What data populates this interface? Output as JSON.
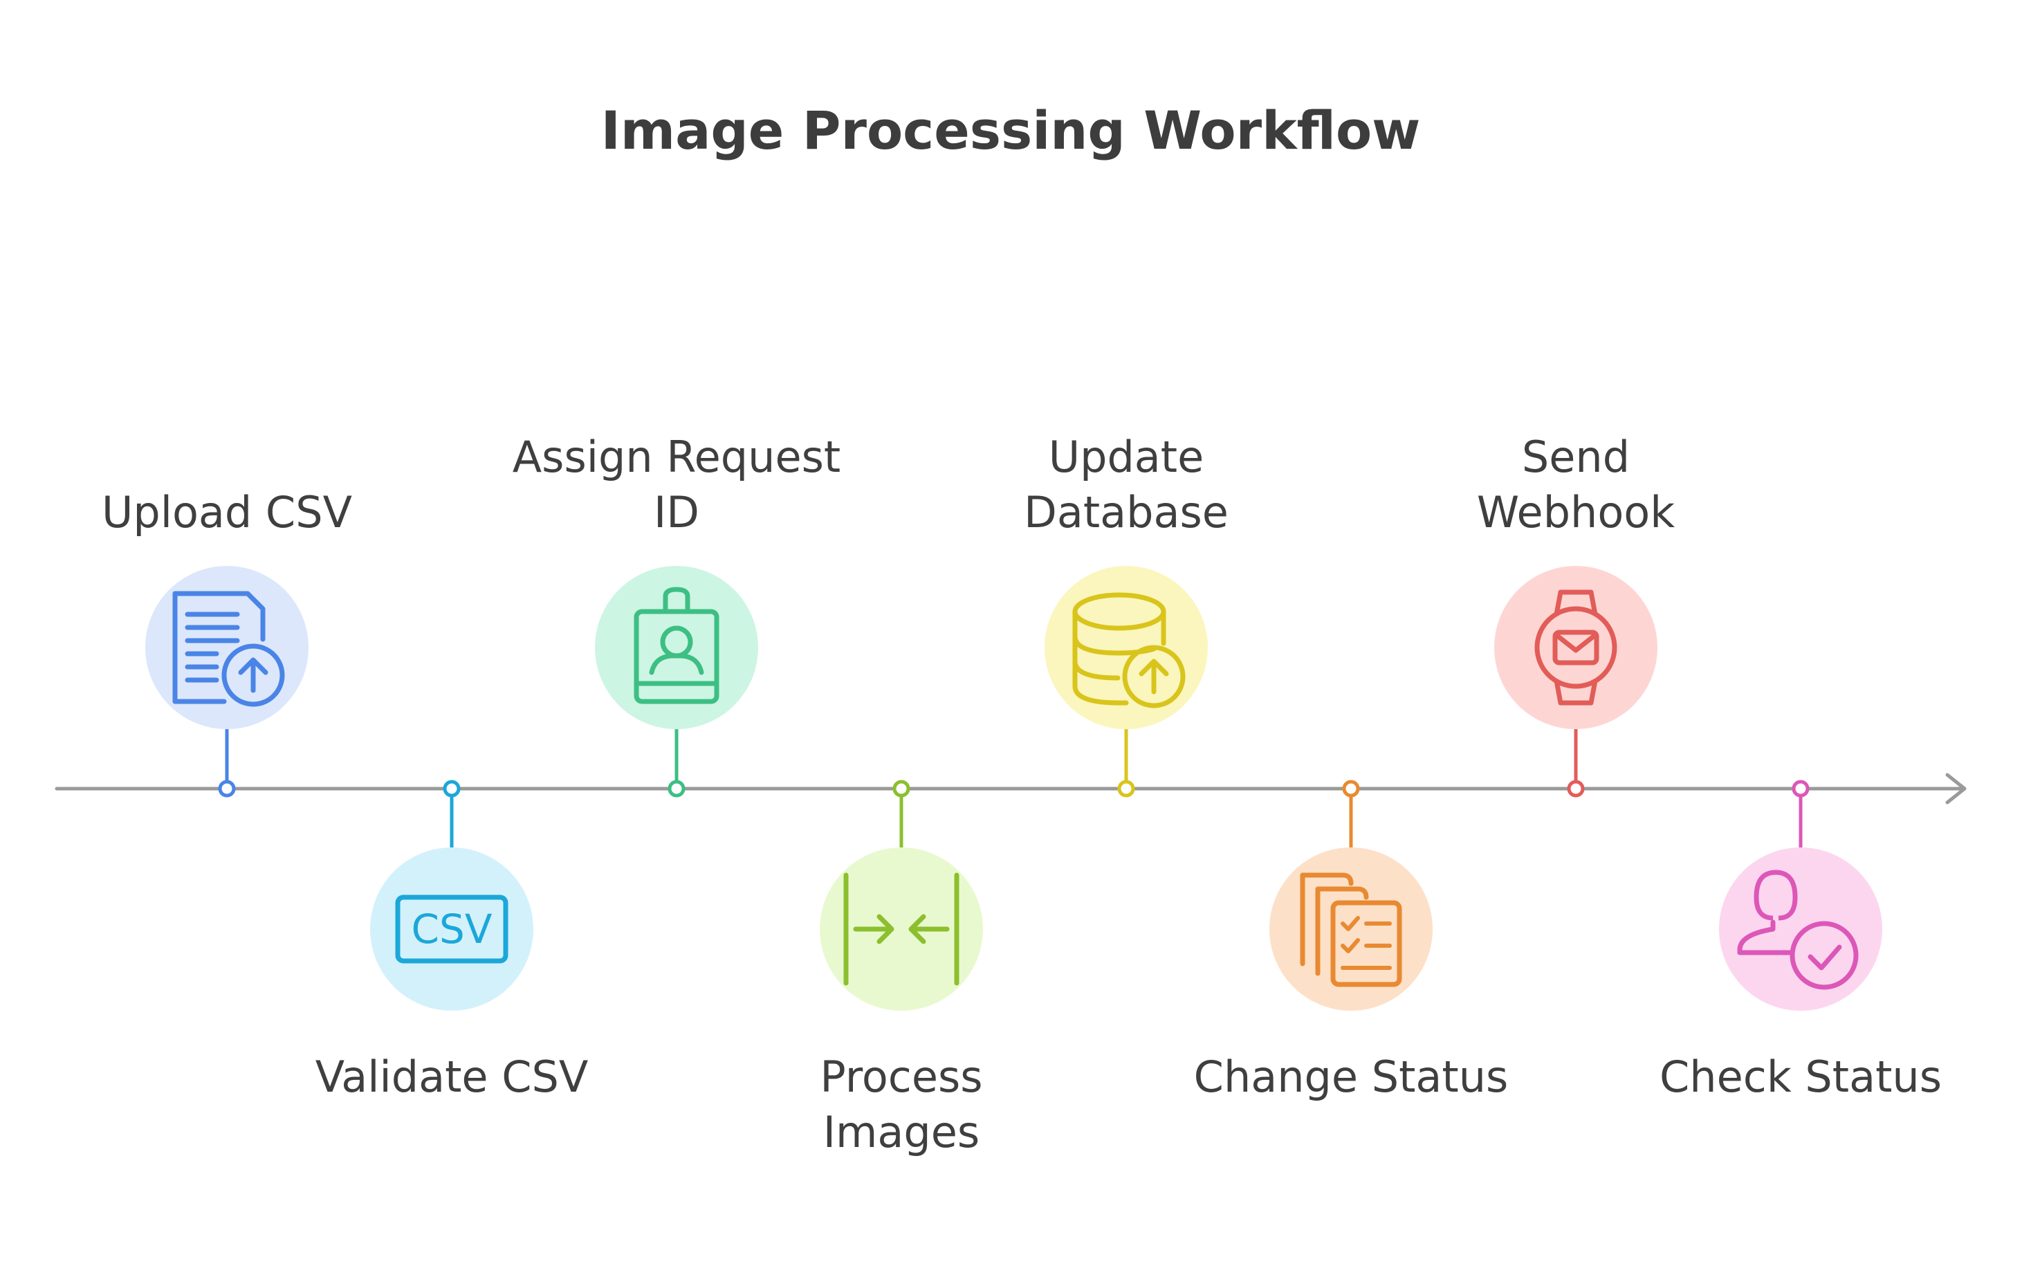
{
  "title": "Image Processing Workflow",
  "timeline_color": "#9a9a9a",
  "steps": [
    {
      "label_lines": [
        "Upload CSV"
      ],
      "position": "above",
      "icon": "document-upload-icon",
      "color": "#4a84e6",
      "bg": "#dce7fb"
    },
    {
      "label_lines": [
        "Validate CSV"
      ],
      "position": "below",
      "icon": "csv-icon",
      "color": "#1ca7d9",
      "bg": "#d3f1fb"
    },
    {
      "label_lines": [
        "Assign Request",
        "ID"
      ],
      "position": "above",
      "icon": "id-badge-icon",
      "color": "#3dbf84",
      "bg": "#cdf5e3"
    },
    {
      "label_lines": [
        "Process",
        "Images"
      ],
      "position": "below",
      "icon": "compress-arrows-icon",
      "color": "#8cbf2e",
      "bg": "#e9f9cf"
    },
    {
      "label_lines": [
        "Update",
        "Database"
      ],
      "position": "above",
      "icon": "database-upload-icon",
      "color": "#d9c41c",
      "bg": "#fbf6bd"
    },
    {
      "label_lines": [
        "Change Status"
      ],
      "position": "below",
      "icon": "checklist-stack-icon",
      "color": "#e88a32",
      "bg": "#fde0c8"
    },
    {
      "label_lines": [
        "Send",
        "Webhook"
      ],
      "position": "above",
      "icon": "smartwatch-mail-icon",
      "color": "#e25c58",
      "bg": "#fdd6d4"
    },
    {
      "label_lines": [
        "Check Status"
      ],
      "position": "below",
      "icon": "user-check-icon",
      "color": "#dc57b7",
      "bg": "#fcd6ef"
    }
  ]
}
